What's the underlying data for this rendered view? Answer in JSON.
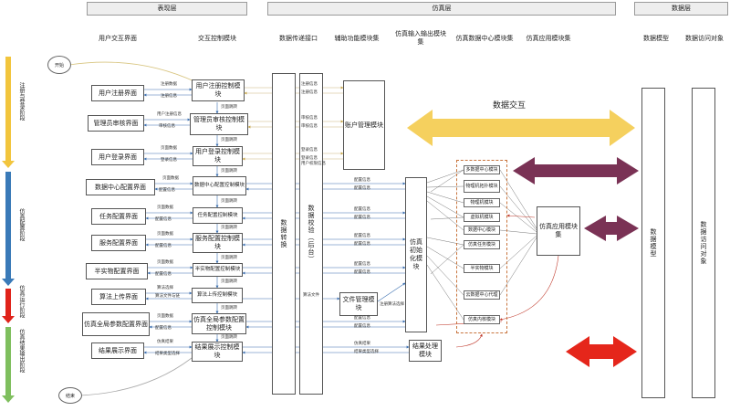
{
  "layers": {
    "presentation": "表现层",
    "simulation": "仿真层",
    "data": "数据层"
  },
  "top_items": {
    "user_ui": "用户交互界面",
    "interaction_ctrl": "交互控制模块",
    "data_transfer": "数据传递接口",
    "aux_func": "辅助功能模块集",
    "sim_io": "仿真输入输出模块集",
    "sim_datacenter": "仿真数据中心模块集",
    "sim_app": "仿真应用模块集",
    "data_model": "数据模型",
    "data_access": "数据访问对象"
  },
  "stages": {
    "register": "注册与登录阶段",
    "config": "仿真配置阶段",
    "run": "仿真运行阶段",
    "output": "仿真结果输出阶段"
  },
  "start": "开始",
  "end": "结束",
  "ui_boxes": [
    "用户注册界面",
    "管理员审核界面",
    "用户登录界面",
    "数据中心配置界面",
    "任务配置界面",
    "服务配置界面",
    "半实物配置界面",
    "算法上传界面",
    "仿真全局参数配置界面",
    "结果展示界面"
  ],
  "ctrl_boxes": [
    "用户注册控制模块",
    "管理员审核控制模块",
    "用户登录控制模块",
    "数据中心配置控制模块",
    "任务配置控制模块",
    "服务配置控制模块",
    "半实物配置控制模块",
    "算法上传控制模块",
    "仿真全局参数配置控制模块",
    "结果展示控制模块"
  ],
  "vertical": {
    "data_conversion": "数据转换",
    "data_validation": "数据校验（后台）",
    "data_model": "数据模型",
    "data_access": "数据访问对象"
  },
  "modules": {
    "account": "账户管理模块",
    "sim_init": "仿真初始化模块",
    "file_mgmt": "文件管理模块",
    "result_proc": "结果处理模块",
    "sim_app": "仿真应用模块集"
  },
  "datacenter_items": [
    "多数据中心模块",
    "物理机拓扑模块",
    "物理机模块",
    "虚拟机模块",
    "数据中心模块",
    "仿真任务模块",
    "半实物模块",
    "云数据中心代理",
    "仿真内核模块"
  ],
  "data_exchange": "数据交互",
  "labels": {
    "ui_ctrl": [
      [
        "注册数据",
        "注册信息"
      ],
      [
        "用户注册信息",
        "审核信息"
      ],
      [
        "页面数据",
        "登录信息"
      ],
      [
        "页面数据",
        "配置信息"
      ],
      [
        "页面数据",
        "配置信息"
      ],
      [
        "页面数据",
        "配置信息"
      ],
      [
        "页面数据",
        "配置信息"
      ],
      [
        "算法选择",
        "算法文件与链"
      ],
      [
        "页面数据",
        "配置信息"
      ],
      [
        "仿真结果",
        "结果类型选择"
      ]
    ],
    "between_ctrl": [
      "页面跳转",
      "页面跳转",
      "页面跳转",
      "页面跳转",
      "页面跳转",
      "页面跳转",
      "页面跳转",
      "页面跳转",
      "页面跳转"
    ],
    "ctrl_right": [
      "注册信息",
      "审核信息",
      "登录信息",
      "配置信息",
      "配置信息",
      "配置信息",
      "配置信息",
      "算法文件",
      "配置信息",
      "仿真结果"
    ],
    "account_in": [
      "注册信息",
      "审核信息",
      "登录信息",
      "用户权限信息"
    ],
    "init_in": [
      "配置信息",
      "配置信息",
      "配置信息",
      "配置信息",
      "配置信息"
    ],
    "file_out": "注册算法选择",
    "result_type": "结果类型选择"
  },
  "colors": {
    "yellow": "#F5D05E",
    "purple": "#7A3255",
    "red": "#E5261B",
    "stage_yellow": "#F2C53D",
    "stage_blue": "#3A7AB8",
    "stage_red": "#E0231A",
    "stage_green": "#7FBF5E"
  }
}
